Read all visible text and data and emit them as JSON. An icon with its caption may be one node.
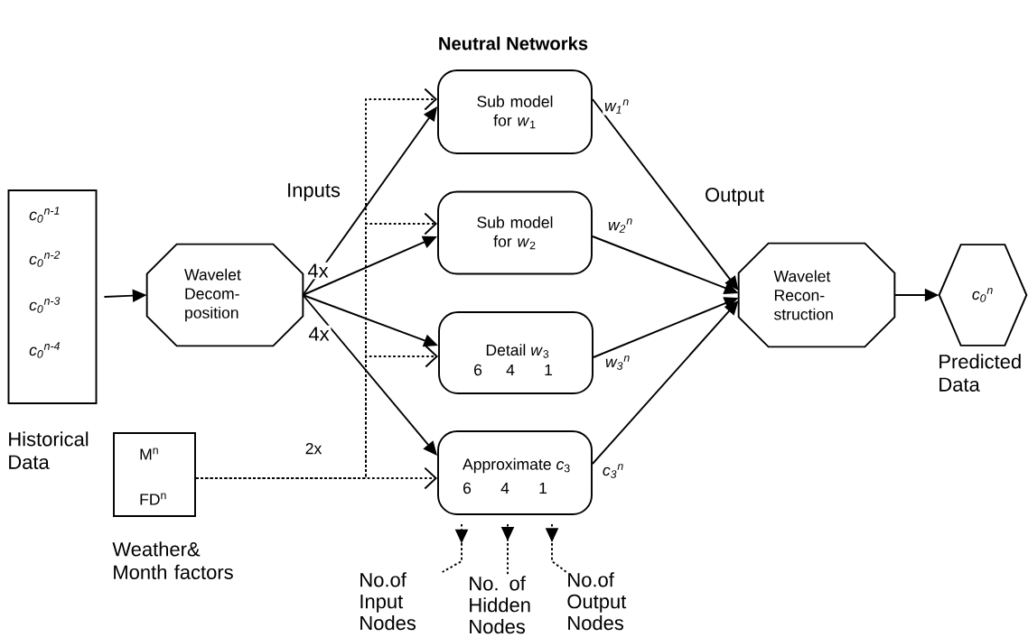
{
  "diagram": {
    "title": "Neutral Networks",
    "nodes": [
      {
        "text": [
          "c$_{0}$$^{n-1}$",
          "c$_{0}$$^{n-2}$",
          "c$_{0}$$^{n-3}$",
          "c$_{0}$$^{n-4}$"
        ],
        "beside": [
          "Historical Data"
        ]
      },
      {
        "text": [
          "Wavelet Decom- position"
        ]
      },
      {
        "text": [
          "Sub model for *w*$_{1}$"
        ]
      },
      {
        "text": [
          "Sub model for *w*$_{2}$"
        ]
      },
      {
        "text": [
          "Detail *w*$_{3}$",
          "6",
          "4",
          "1"
        ]
      },
      {
        "text": [
          "Approximate *c*$_{3}$",
          "6",
          "4",
          "1"
        ]
      },
      {
        "text": [
          "M$^{n}$",
          "FD$^{n}$"
        ],
        "beside": [
          "Weather& Month factors"
        ]
      },
      {
        "text": [
          "Wavelet Recon- struction"
        ]
      },
      {
        "text": [
          "c$_{0}$$^{n}$"
        ],
        "beside": [
          "Predicted Data"
        ]
      },
      {
        "text": [
          "No.of Input Nodes"
        ]
      },
      {
        "text": [
          "No. of Hidden Nodes"
        ]
      },
      {
        "text": [
          "No.of Output Nodes"
        ]
      }
    ],
    "edges": [
      {
        "from": 0,
        "to": 1,
        "arrow": "to"
      },
      {
        "from": 1,
        "to": 2,
        "arrow": "to"
      },
      {
        "from": 1,
        "to": 3,
        "arrow": "to"
      },
      {
        "from": 1,
        "to": 4,
        "arrow": "to"
      },
      {
        "from": 1,
        "to": 5,
        "arrow": "to"
      },
      {
        "from": 6,
        "to": 2,
        "arrow": "to",
        "style": "dashed"
      },
      {
        "from": 6,
        "to": 3,
        "arrow": "to",
        "style": "dashed"
      },
      {
        "from": 6,
        "to": 4,
        "arrow": "to",
        "style": "dashed"
      },
      {
        "from": 6,
        "to": 5,
        "arrow": "to",
        "style": "dashed",
        "label": "2x"
      },
      {
        "from": 2,
        "to": 7,
        "arrow": "to",
        "label": "w$_{1}$$^{n}$"
      },
      {
        "from": 3,
        "to": 7,
        "arrow": "to",
        "label": "w$_{2}$$^{n}$"
      },
      {
        "from": 4,
        "to": 7,
        "arrow": "to",
        "label": "w$_{3}$$^{n}$"
      },
      {
        "from": 5,
        "to": 7,
        "arrow": "to",
        "label": "c$_{3}$$^{n}$"
      },
      {
        "from": 7,
        "to": 8,
        "arrow": "to"
      },
      {
        "from": 5,
        "to": 9,
        "arrow": "to",
        "style": "dashed"
      },
      {
        "from": 5,
        "to": 10,
        "arrow": "to",
        "style": "dashed"
      },
      {
        "from": 5,
        "to": 11,
        "arrow": "to",
        "style": "dashed"
      }
    ],
    "labels": [
      "Inputs",
      "4x",
      "4x",
      "Output"
    ]
  }
}
